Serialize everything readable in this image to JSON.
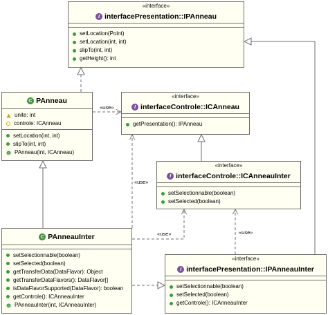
{
  "classes": {
    "ip_anneau": {
      "stereotype": "«interface»",
      "name": "interfacePresentation::IPAnneau",
      "kind": "interface",
      "methods": [
        "setLocation(Point)",
        "setLocation(int, int)",
        "slipTo(int, int)",
        "getHeight(): int"
      ]
    },
    "p_anneau": {
      "name": "PAnneau",
      "kind": "class",
      "attributes": [
        "unite: int",
        "controle: ICAnneau"
      ],
      "methods": [
        "setLocation(int, int)",
        "slipTo(int, int)",
        "PAnneau(int, ICAnneau)"
      ]
    },
    "ic_anneau": {
      "stereotype": "«interface»",
      "name": "interfaceControle::ICAnneau",
      "kind": "interface",
      "methods": [
        "getPresentation(): IPAnneau"
      ]
    },
    "ic_anneau_inter": {
      "stereotype": "«interface»",
      "name": "interfaceControle::ICAnneauInter",
      "kind": "interface",
      "methods": [
        "setSelectionnable(boolean)",
        "setSelected(boolean)"
      ]
    },
    "p_anneau_inter": {
      "name": "PAnneauInter",
      "kind": "class",
      "methods": [
        "setSelectionnable(boolean)",
        "setSelected(boolean)",
        "getTransferData(DataFlavor): Object",
        "getTransferDataFlavors(): DataFlavor[]",
        "isDataFlavorSupported(DataFlavor): boolean",
        "getControle(): ICAnneauInter",
        "PAnneauInter(int, ICAnneauInter)"
      ]
    },
    "ip_anneau_inter": {
      "stereotype": "«interface»",
      "name": "interfacePresentation::IPAnneauInter",
      "kind": "interface",
      "methods": [
        "setSelectionnable(boolean)",
        "setSelected(boolean)",
        "getControle(): ICAnneauInter"
      ]
    }
  },
  "relations": {
    "use_label": "«use»"
  },
  "colors": {
    "box_fill": "#fffff2",
    "border": "#6d6d6d",
    "interface_badge": "#7b4f9d",
    "class_badge": "#3c8f3c",
    "method_dot": "#3c9a3c"
  }
}
